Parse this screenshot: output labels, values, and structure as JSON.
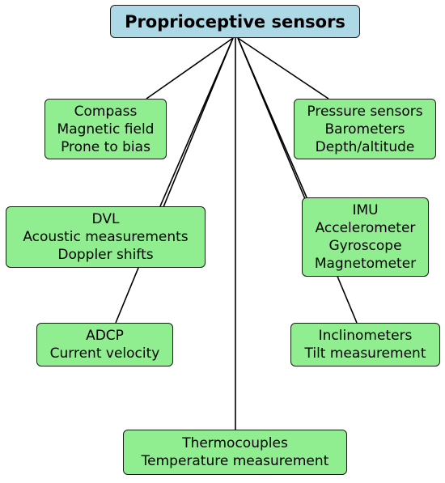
{
  "diagram": {
    "root": {
      "label": "Proprioceptive sensors"
    },
    "nodes": {
      "compass": {
        "lines": [
          "Compass",
          "Magnetic field",
          "Prone to bias"
        ]
      },
      "pressure": {
        "lines": [
          "Pressure sensors",
          "Barometers",
          "Depth/altitude"
        ]
      },
      "dvl": {
        "lines": [
          "DVL",
          "Acoustic measurements",
          "Doppler shifts"
        ]
      },
      "imu": {
        "lines": [
          "IMU",
          "Accelerometer",
          "Gyroscope",
          "Magnetometer"
        ]
      },
      "adcp": {
        "lines": [
          "ADCP",
          "Current velocity"
        ]
      },
      "inclinometers": {
        "lines": [
          "Inclinometers",
          "Tilt measurement"
        ]
      },
      "thermocouples": {
        "lines": [
          "Thermocouples",
          "Temperature measurement"
        ]
      }
    },
    "colors": {
      "root_fill": "#add8e6",
      "node_fill": "#90ee90",
      "stroke": "#000000"
    }
  }
}
